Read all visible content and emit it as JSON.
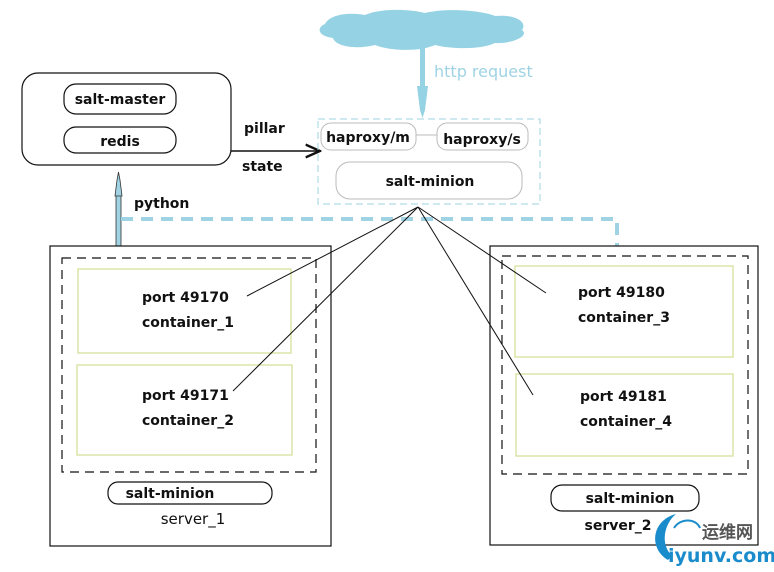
{
  "colors": {
    "cloud": "#94d2e4",
    "blue_dashed": "#9fd3e3",
    "container_border": "#d6e09a",
    "black": "#111111",
    "grey_border": "#bbbbbb",
    "watermark_blue": "#1a8ccc"
  },
  "cloud": {
    "label": "http request"
  },
  "master": {
    "salt_master": "salt-master",
    "redis": "redis"
  },
  "edges": {
    "pillar": "pillar",
    "state": "state",
    "python": "python"
  },
  "proxy": {
    "haproxy_m": "haproxy/m",
    "haproxy_s": "haproxy/s",
    "salt_minion": "salt-minion"
  },
  "server1": {
    "name": "server_1",
    "salt_minion": "salt-minion",
    "containers": [
      {
        "port": "port 49170",
        "name": "container_1"
      },
      {
        "port": "port 49171",
        "name": "container_2"
      }
    ]
  },
  "server2": {
    "name": "server_2",
    "salt_minion": "salt-minion",
    "containers": [
      {
        "port": "port 49180",
        "name": "container_3"
      },
      {
        "port": "port 49181",
        "name": "container_4"
      }
    ]
  },
  "watermark": {
    "cn": "运维网",
    "site": "iyunv.com"
  }
}
